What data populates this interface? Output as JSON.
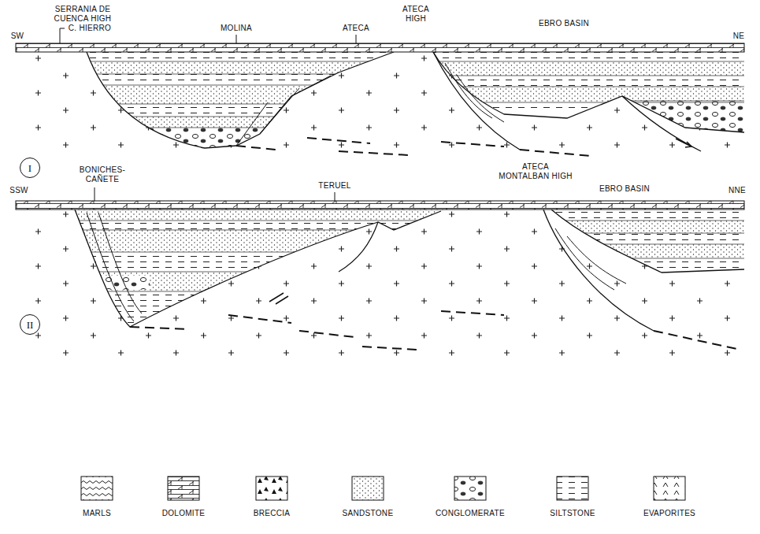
{
  "diagram": {
    "nodes": [
      {
        "text": [
          "I"
        ]
      },
      {
        "text": [
          "II"
        ]
      }
    ],
    "labels": [
      "SW",
      "SERRANIA DE CUENCA HIGH",
      "C. HIERRO",
      "MOLINA",
      "ATECA",
      "ATECA HIGH",
      "EBRO BASIN",
      "NE",
      "SSW",
      "BONICHES- CAÑETE",
      "TERUEL",
      "ATECA MONTALBAN HIGH",
      "EBRO BASIN",
      "NNE"
    ],
    "legend": [
      {
        "text": "MARLS"
      },
      {
        "text": "DOLOMITE"
      },
      {
        "text": "BRECCIA"
      },
      {
        "text": "SANDSTONE"
      },
      {
        "text": "CONGLOMERATE"
      },
      {
        "text": "SILTSTONE"
      },
      {
        "text": "EVAPORITES"
      }
    ]
  }
}
